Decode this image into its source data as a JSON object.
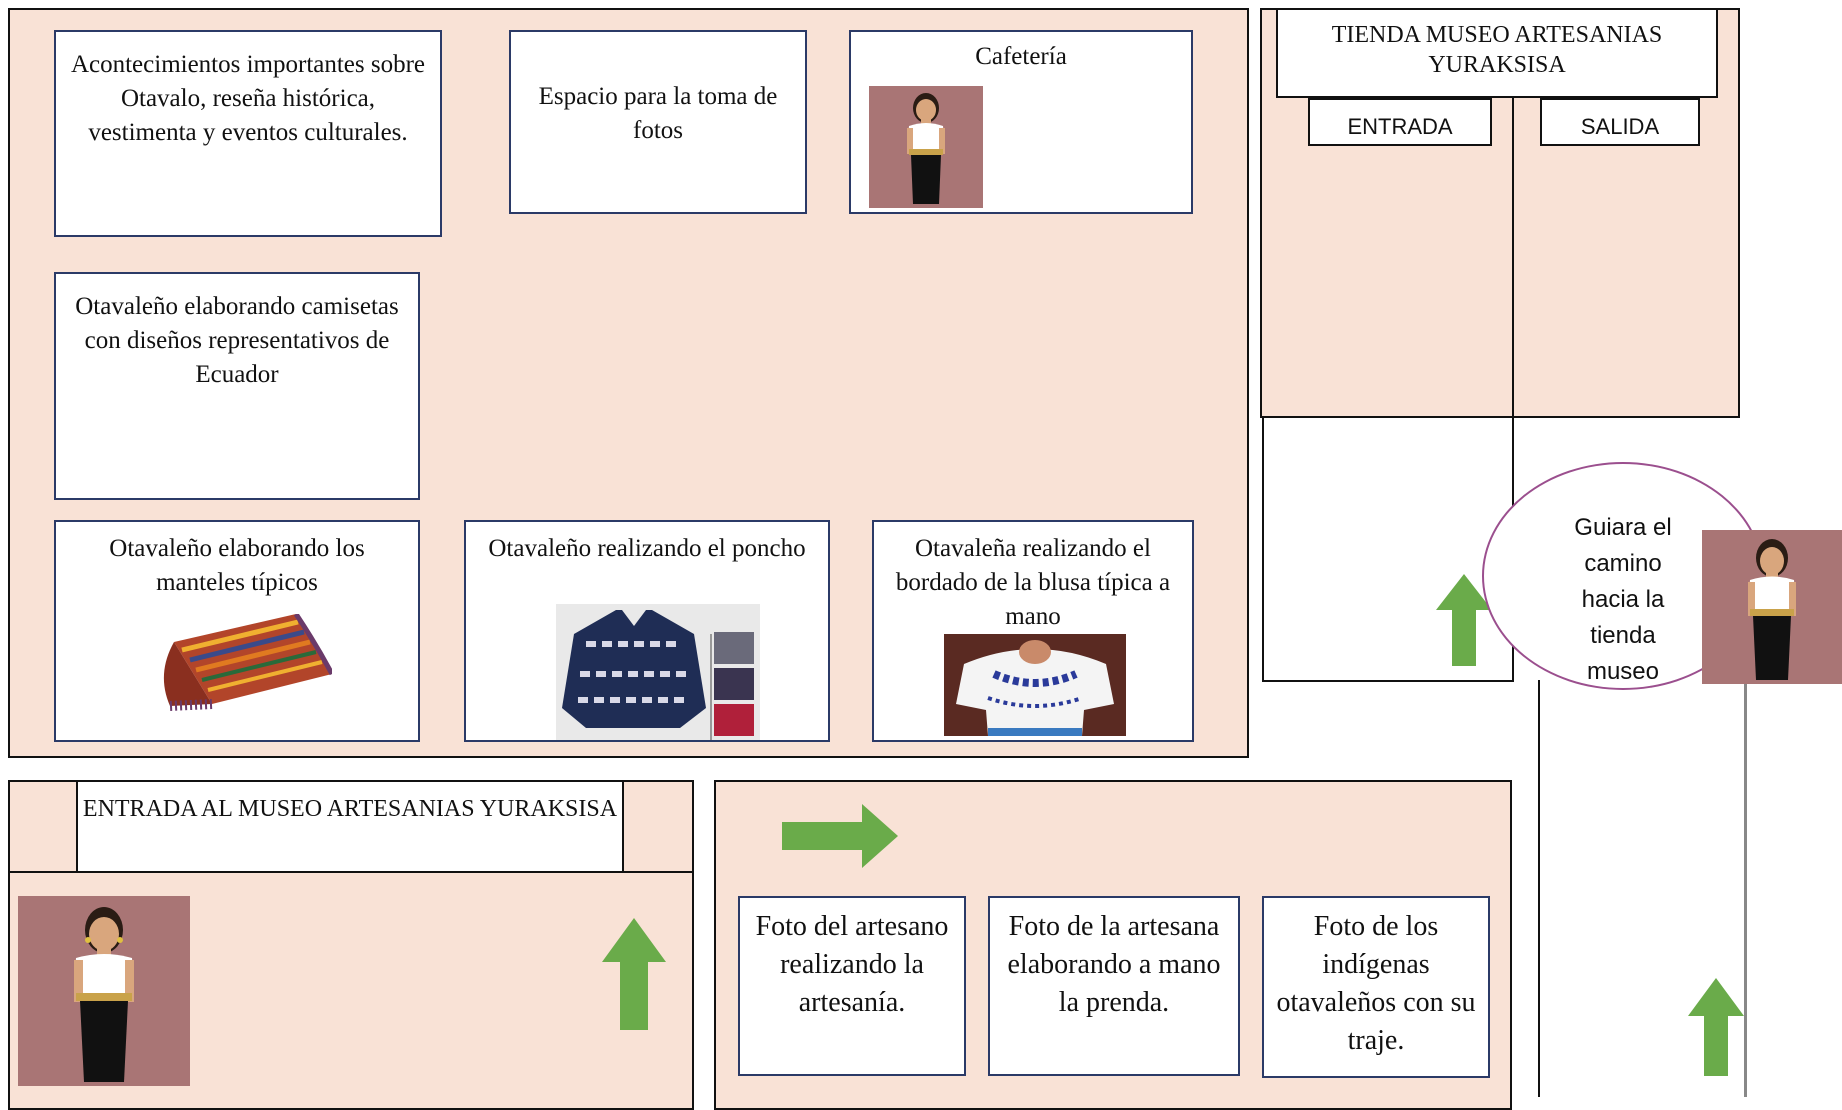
{
  "colors": {
    "peach": "#f9e2d6",
    "card_border": "#2b3a67",
    "arrow_green": "#6aab4a",
    "photo_bg": "#a97575",
    "oval_border": "#9b4f8e"
  },
  "hall": {
    "cards": {
      "events": "Acontecimientos importantes sobre Otavalo, reseña histórica, vestimenta y eventos culturales.",
      "photo_space": "Espacio para la toma de fotos",
      "cafe": "Cafetería",
      "shirts": "Otavaleño elaborando camisetas con diseños representativos de Ecuador",
      "tablecloths": "Otavaleño elaborando los manteles típicos",
      "poncho": "Otavaleño realizando el poncho",
      "blouse": "Otavaleña realizando el bordado de la blusa típica a mano"
    }
  },
  "store": {
    "title": "TIENDA MUSEO ARTESANIAS YURAKSISA",
    "entrance": "ENTRADA",
    "exit": "SALIDA"
  },
  "guide": {
    "text": "Guiara el camino hacia la tienda museo"
  },
  "entrance_room": {
    "title": "ENTRADA AL MUSEO ARTESANIAS YURAKSISA"
  },
  "gallery": {
    "cards": {
      "artisan": "Foto del artesano realizando la artesanía.",
      "artisan_woman": "Foto de la artesana elaborando a mano la prenda.",
      "indigenous": "Foto de los indígenas otavaleños con su traje."
    }
  },
  "icons": {
    "guide_figure": "woman-guide-icon",
    "tablecloth": "tablecloth-icon",
    "poncho": "poncho-icon",
    "blouse": "blouse-icon",
    "arrow_up": "arrow-up-icon",
    "arrow_right": "arrow-right-icon"
  }
}
